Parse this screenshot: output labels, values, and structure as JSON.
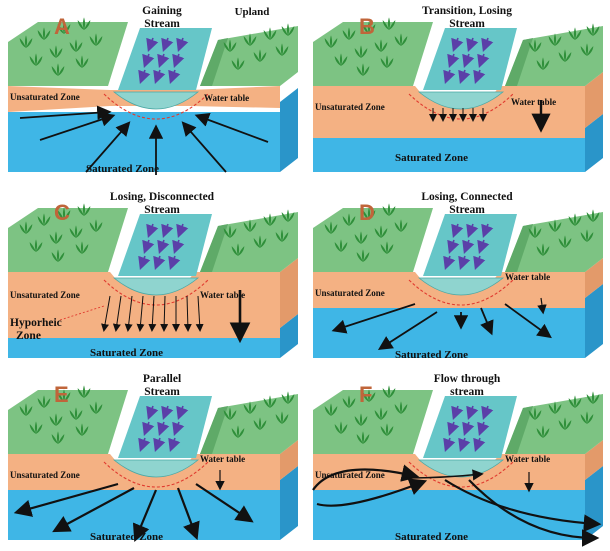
{
  "panels": [
    {
      "id": "A",
      "letter": "A",
      "title": [
        "Gaining",
        "Stream"
      ],
      "labels": {
        "upland": "Upland",
        "unsaturated": "Unsaturated Zone",
        "water_table": "Water table",
        "saturated": "Saturated Zone"
      }
    },
    {
      "id": "B",
      "letter": "B",
      "title": [
        "Transition, Losing",
        "Stream"
      ],
      "labels": {
        "unsaturated": "Unsaturated Zone",
        "water_table": "Water table",
        "saturated": "Saturated Zone"
      }
    },
    {
      "id": "C",
      "letter": "C",
      "title": [
        "Losing, Disconnected",
        "Stream"
      ],
      "labels": {
        "unsaturated": "Unsaturated Zone",
        "hyporheic": [
          "Hyporheic",
          "Zone"
        ],
        "water_table": "Water table",
        "saturated": "Saturated Zone"
      }
    },
    {
      "id": "D",
      "letter": "D",
      "title": [
        "Losing, Connected",
        "Stream"
      ],
      "labels": {
        "unsaturated": "Unsaturated Zone",
        "water_table": "Water table",
        "saturated": "Saturated Zone"
      }
    },
    {
      "id": "E",
      "letter": "E",
      "title": [
        "Parallel",
        "Stream"
      ],
      "labels": {
        "unsaturated": "Unsaturated Zone",
        "water_table": "Water table",
        "saturated": "Saturated Zone"
      }
    },
    {
      "id": "F",
      "letter": "F",
      "title": [
        "Flow through",
        "stream"
      ],
      "labels": {
        "unsaturated": "Unsaturated Zone",
        "water_table": "Water table",
        "saturated": "Saturated Zone"
      }
    }
  ],
  "colors": {
    "grass_top": "#7dc383",
    "grass_dark": "#5faa68",
    "plant": "#2f8f3a",
    "unsaturated": "#f4b183",
    "saturated": "#3fb6e6",
    "side_dark": "#2a95c9",
    "stream": "#66c6c8",
    "stream_arrow": "#5b3fa8",
    "hyporheic": "#e03a2f",
    "flow_arrow": "#111111",
    "letter": "#c0653a"
  }
}
